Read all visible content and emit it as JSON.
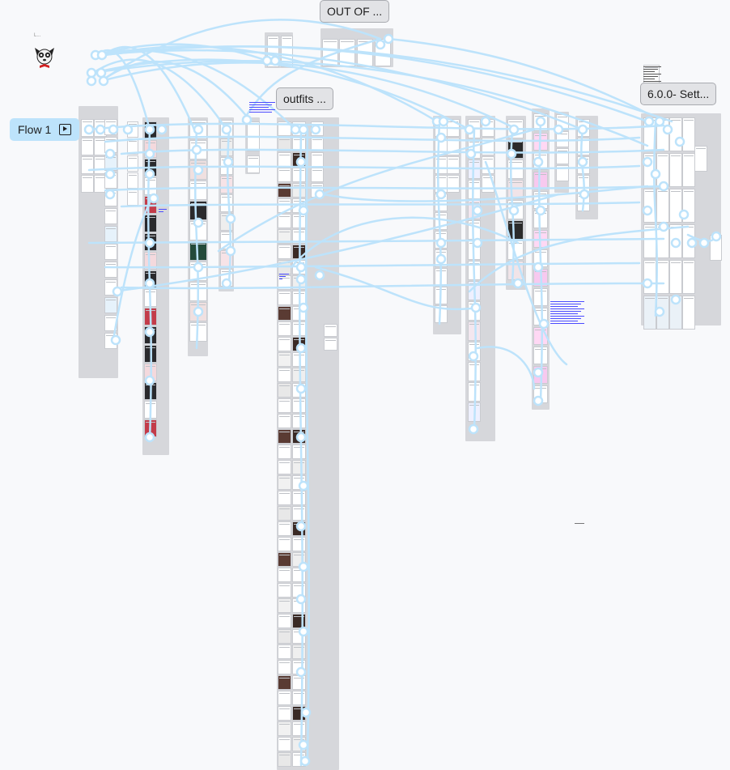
{
  "canvas": {
    "flow_label": "Flow 1",
    "sections": [
      {
        "id": "out-of",
        "label": "OUT OF ..."
      },
      {
        "id": "outfits",
        "label": "outfits ..."
      },
      {
        "id": "settings",
        "label": "6.0.0- Sett..."
      }
    ],
    "top_left_tag": "L..."
  },
  "colors": {
    "canvas_bg": "#f8f9fb",
    "section_bg": "#d6d7db",
    "connector": "#bde3fb",
    "flow_chip": "#bde3fb",
    "annotation_text": "#3d3dff"
  },
  "icons": [
    "flow-play-icon",
    "mascot-logo-icon"
  ]
}
